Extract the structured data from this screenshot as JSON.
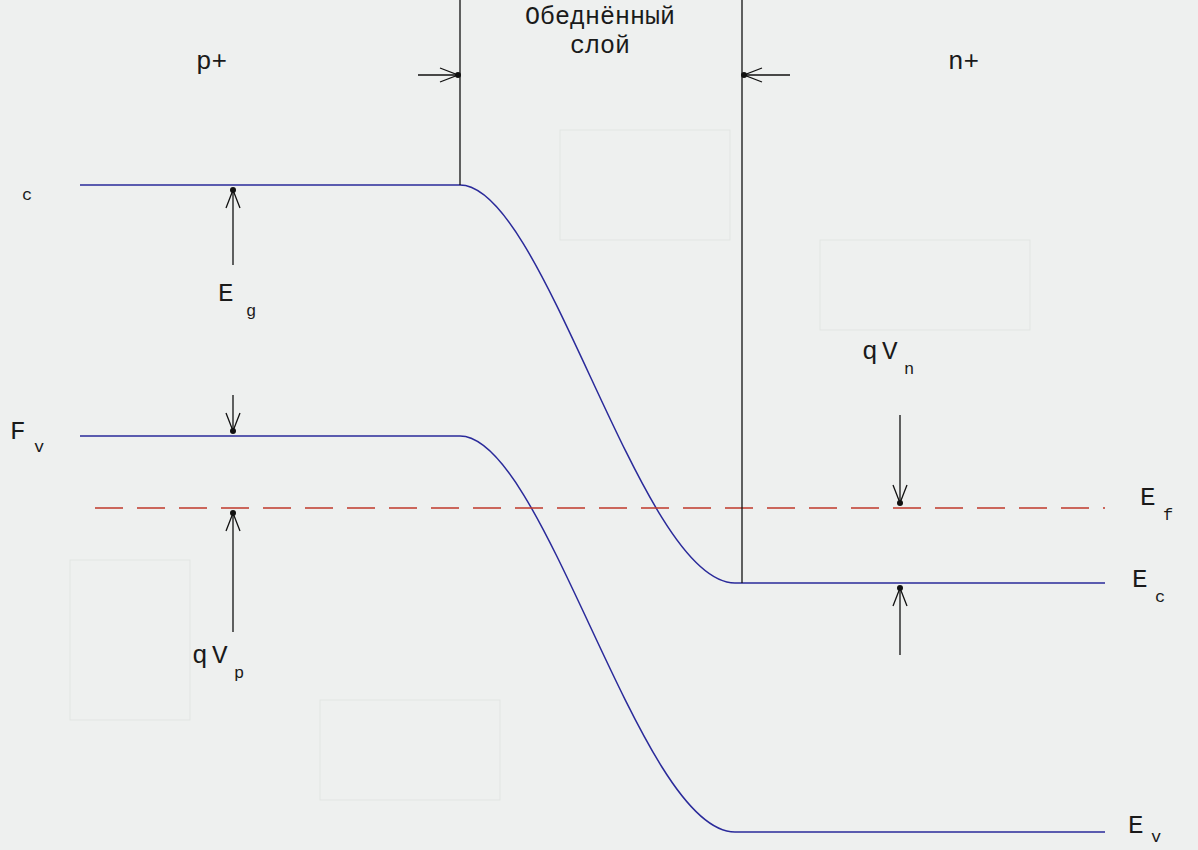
{
  "diagram": {
    "labels": [
      "p+",
      "Обеднённый слой",
      "n+",
      "c",
      "E",
      "g",
      "F",
      "v",
      "q",
      "V",
      "p",
      "q",
      "V",
      "n",
      "E",
      "f",
      "E",
      "c",
      "E",
      "v"
    ]
  }
}
